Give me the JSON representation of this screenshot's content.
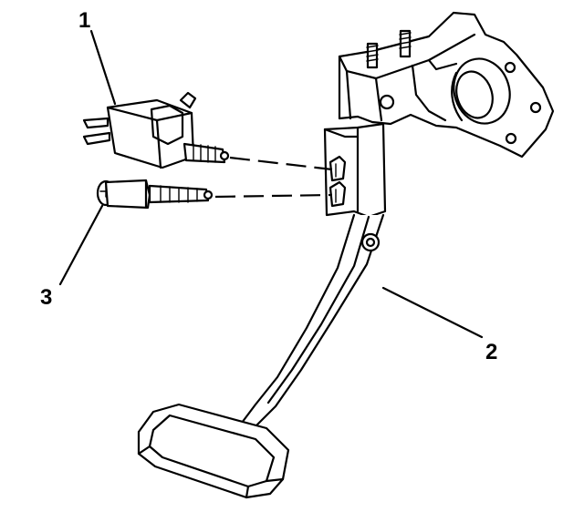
{
  "callouts": {
    "c1": "1",
    "c2": "2",
    "c3": "3"
  },
  "colors": {
    "line": "#000000",
    "background": "#ffffff"
  }
}
